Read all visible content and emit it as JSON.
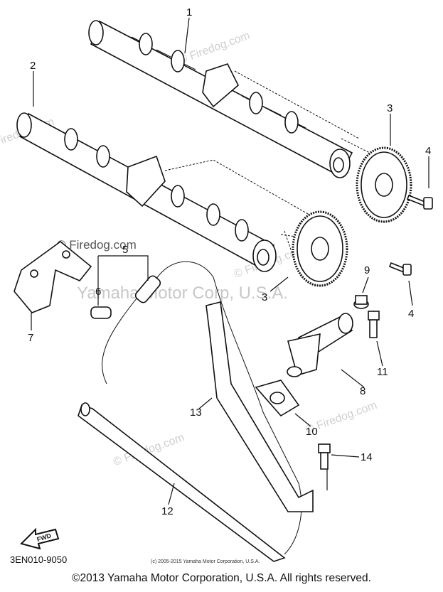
{
  "watermarks": {
    "site": "© Firedog.com",
    "company": "Yamaha Motor Corp, U.S.A."
  },
  "callouts": [
    "1",
    "2",
    "3",
    "3",
    "4",
    "4",
    "5",
    "6",
    "7",
    "8",
    "9",
    "10",
    "11",
    "12",
    "13",
    "14"
  ],
  "fwd_label": "FWD",
  "diagram_code": "3EN010-9050",
  "small_copyright": "(c) 2005-2015 Yamaha Motor Corporation, U.S.A.",
  "footer_copyright": "©2013 Yamaha Motor Corporation, U.S.A. All rights reserved."
}
